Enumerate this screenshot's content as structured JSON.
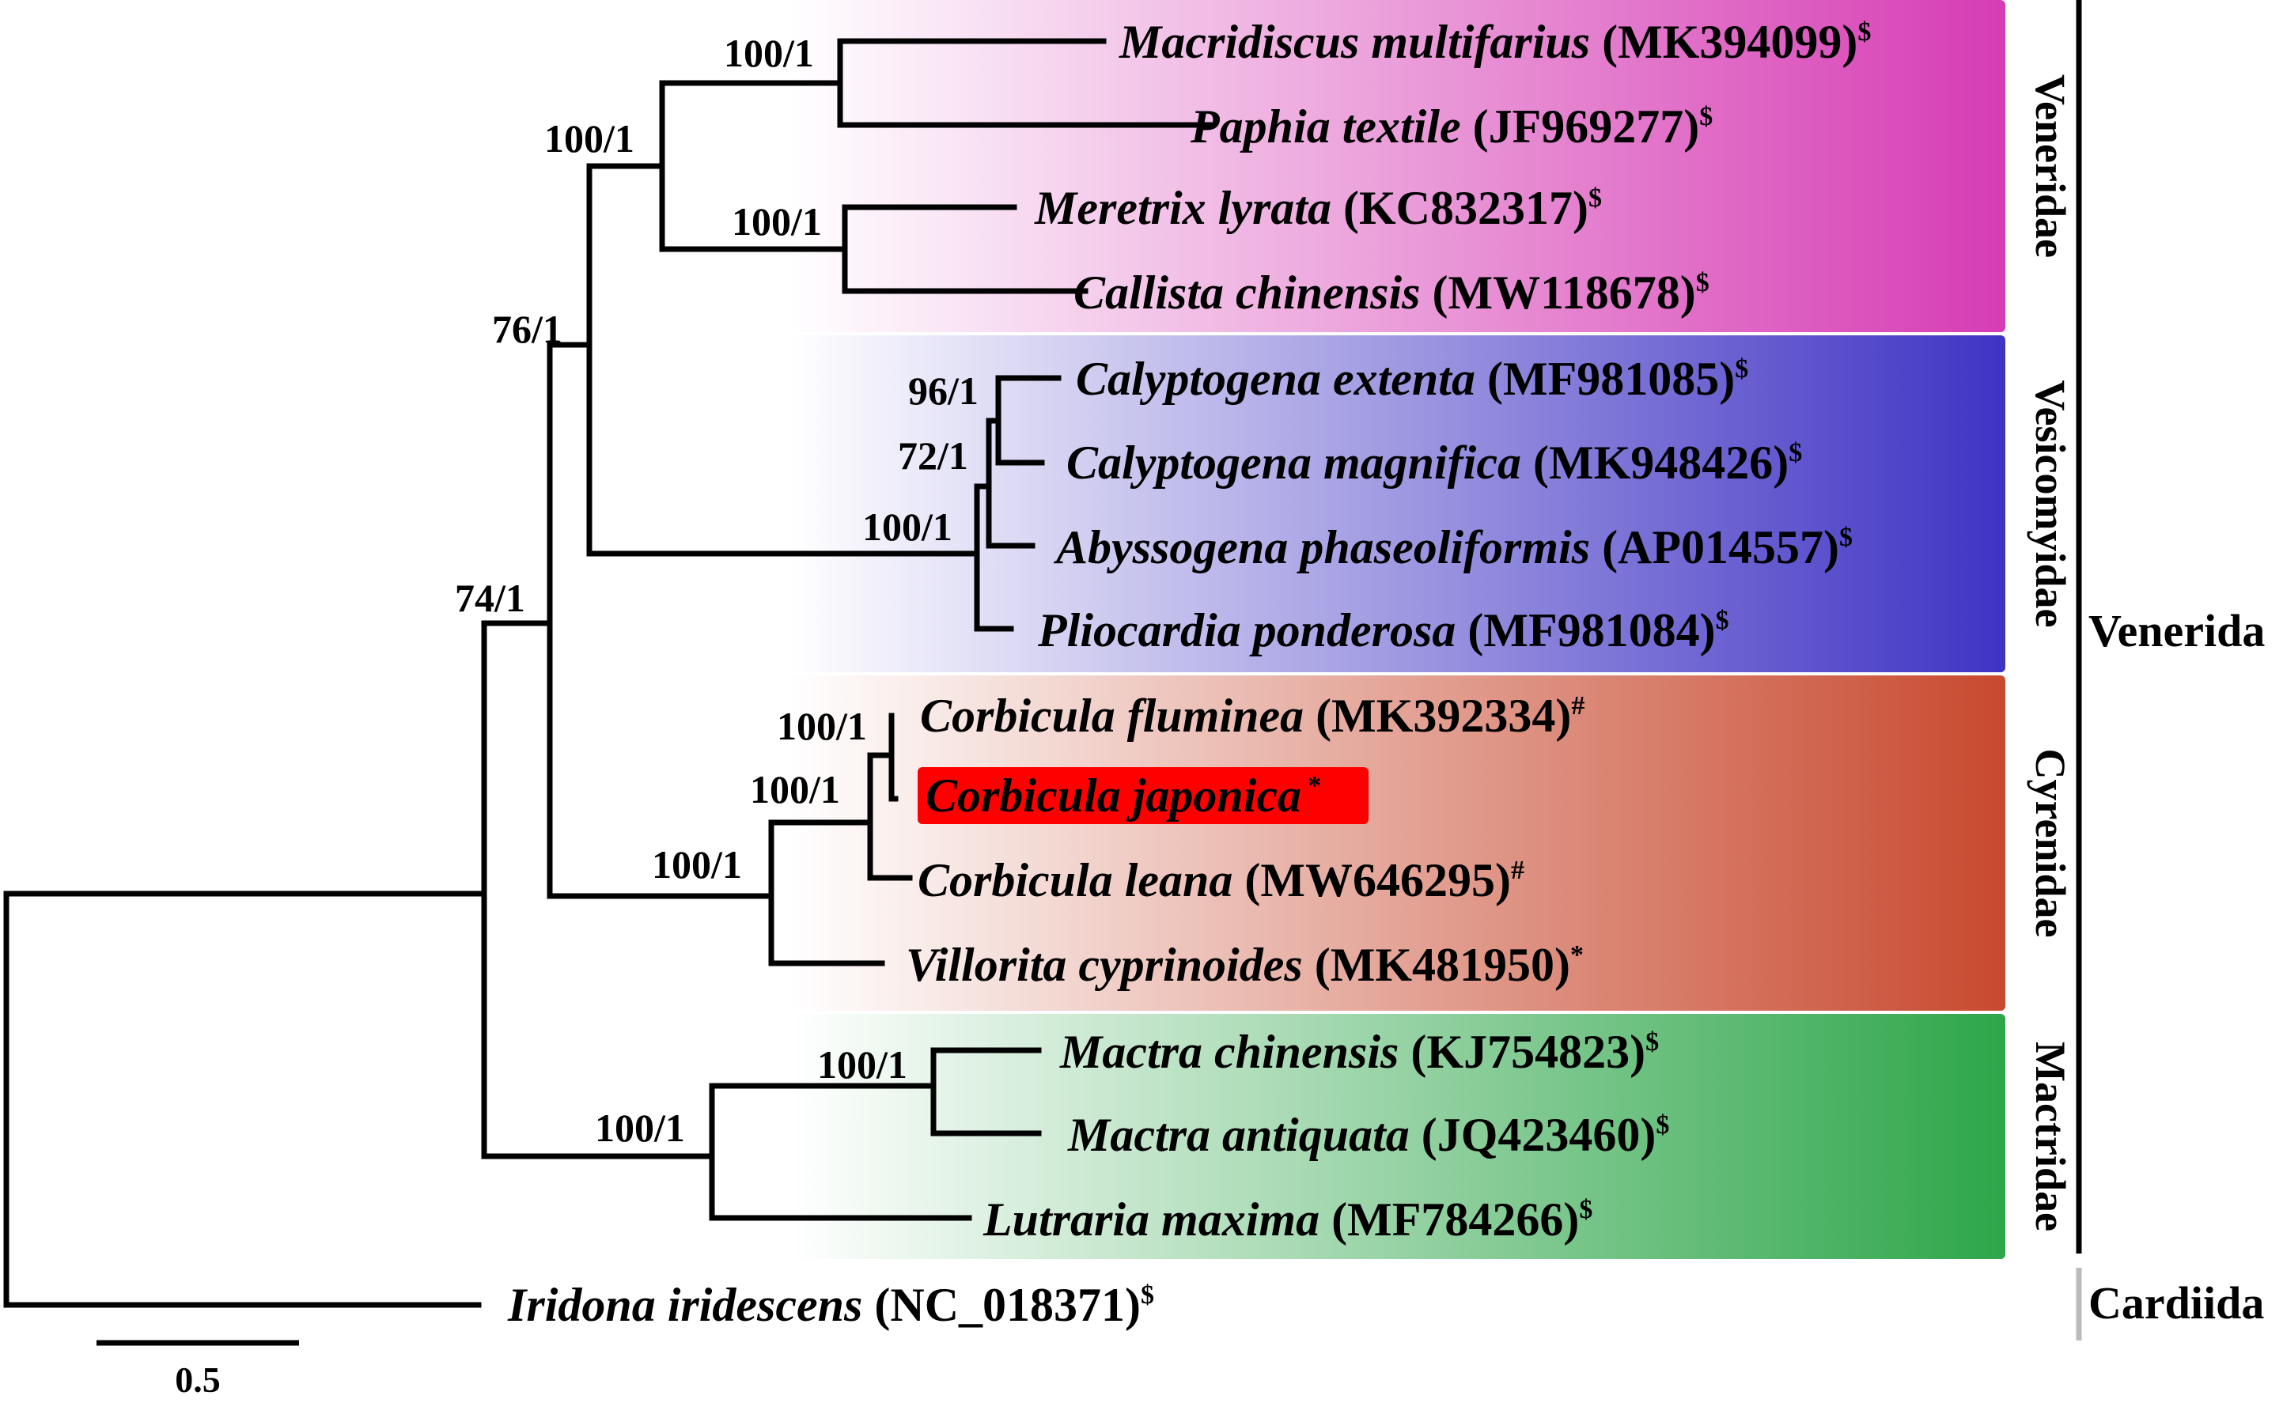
{
  "clades": [
    {
      "name": "Veneridae",
      "color": "#d63cb4"
    },
    {
      "name": "Vesicomyidae",
      "color": "#3f33c4"
    },
    {
      "name": "Cyrenidae",
      "color": "#c8492f"
    },
    {
      "name": "Mactridae",
      "color": "#2ea64a"
    }
  ],
  "orders": [
    {
      "name": "Venerida",
      "line_color": "#000000"
    },
    {
      "name": "Cardiida",
      "line_color": "#bbbbbb"
    }
  ],
  "taxa": [
    {
      "species": "Macridiscus multifarius",
      "accession": "(MK394099)",
      "mark": "$"
    },
    {
      "species": "Paphia textile",
      "accession": "(JF969277)",
      "mark": "$"
    },
    {
      "species": "Meretrix lyrata",
      "accession": "(KC832317)",
      "mark": "$"
    },
    {
      "species": "Callista chinensis",
      "accession": "(MW118678)",
      "mark": "$"
    },
    {
      "species": "Calyptogena extenta",
      "accession": "(MF981085)",
      "mark": "$"
    },
    {
      "species": "Calyptogena magnifica",
      "accession": "(MK948426)",
      "mark": "$"
    },
    {
      "species": "Abyssogena phaseoliformis",
      "accession": "(AP014557)",
      "mark": "$"
    },
    {
      "species": "Pliocardia ponderosa",
      "accession": "(MF981084)",
      "mark": "$"
    },
    {
      "species": "Corbicula fluminea",
      "accession": "(MK392334)",
      "mark": "#"
    },
    {
      "species": "Corbicula japonica",
      "accession": "",
      "mark": "*",
      "highlight": "#ff0000"
    },
    {
      "species": "Corbicula leana",
      "accession": "(MW646295)",
      "mark": "#"
    },
    {
      "species": "Villorita cyprinoides",
      "accession": "(MK481950)",
      "mark": "*"
    },
    {
      "species": "Mactra chinensis",
      "accession": "(KJ754823)",
      "mark": "$"
    },
    {
      "species": "Mactra antiquata",
      "accession": "(JQ423460)",
      "mark": "$"
    },
    {
      "species": "Lutraria maxima",
      "accession": "(MF784266)",
      "mark": "$"
    },
    {
      "species": "Iridona iridescens",
      "accession": "(NC_018371)",
      "mark": "$"
    }
  ],
  "supports": [
    "100/1",
    "100/1",
    "100/1",
    "76/1",
    "96/1",
    "72/1",
    "100/1",
    "74/1",
    "100/1",
    "100/1",
    "100/1",
    "100/1",
    "100/1"
  ],
  "scale_bar": {
    "label": "0.5"
  }
}
